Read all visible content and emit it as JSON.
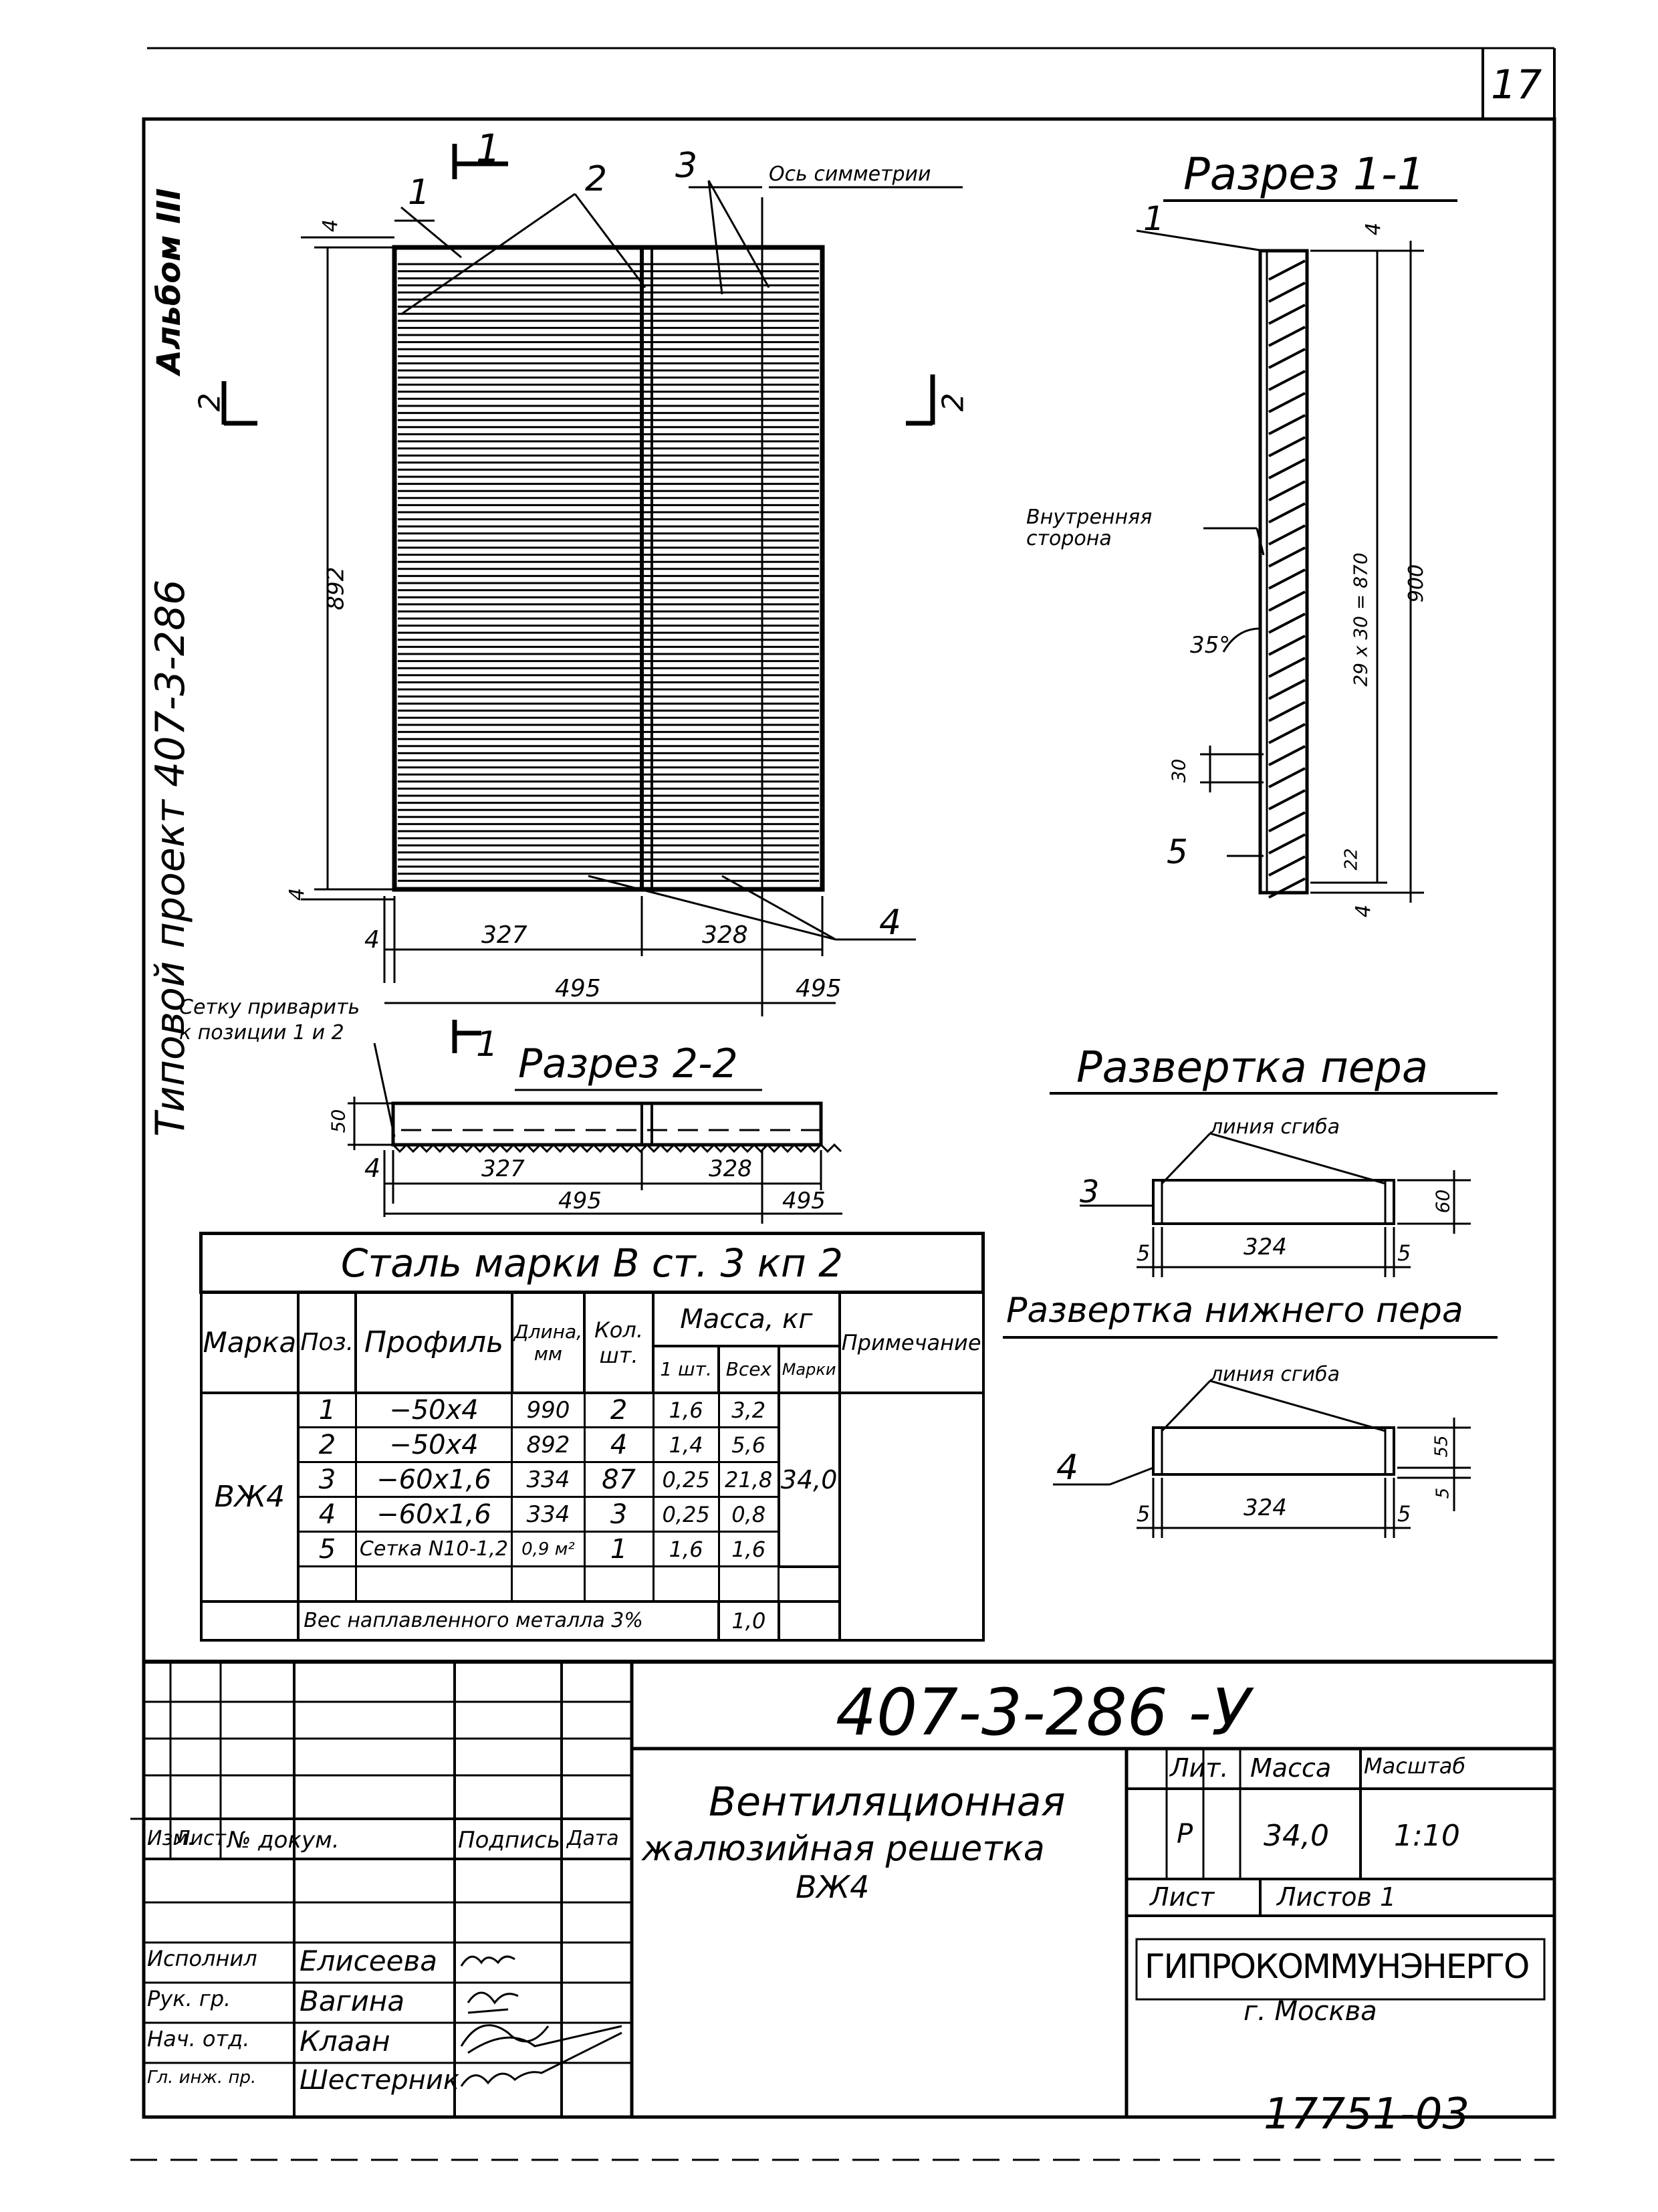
{
  "sheet": {
    "page_number": "17",
    "album": "Альбом III",
    "project_side": "Типовой проект 407-3-286",
    "archive_number": "17751-03"
  },
  "main_view": {
    "section_marker_top": "1",
    "section_marker_side": "2",
    "pos1": "1",
    "pos2": "2",
    "pos3": "3",
    "pos4": "4",
    "axis_label": "Ось симметрии",
    "dim_height": "892",
    "dim_top_edge": "4",
    "dim_bottom_edge": "4",
    "dim_left": "4",
    "dim_327": "327",
    "dim_328": "328",
    "dim_495_left": "495",
    "dim_495_right": "495",
    "weld_note_line1": "Сетку приварить",
    "weld_note_line2": "к позиции 1 и 2"
  },
  "section_1_1": {
    "title": "Разрез 1-1",
    "pos1": "1",
    "pos5": "5",
    "inner_side_line1": "Внутренняя",
    "inner_side_line2": "сторона",
    "angle": "35°",
    "dim_30": "30",
    "dim_pitch": "29 x 30 = 870",
    "dim_900": "900",
    "dim_22": "22",
    "dim_4_top": "4",
    "dim_4_bottom": "4"
  },
  "section_2_2": {
    "title": "Разрез 2-2",
    "marker": "1",
    "dim_50": "50",
    "dim_4": "4",
    "dim_327": "327",
    "dim_328": "328",
    "dim_495_left": "495",
    "dim_495_right": "495"
  },
  "blade_unfold": {
    "title": "Развертка пера",
    "bend_label": "линия сгиба",
    "pos": "3",
    "dim_5_left": "5",
    "dim_324": "324",
    "dim_5_right": "5",
    "dim_60": "60"
  },
  "lower_blade_unfold": {
    "title": "Развертка нижнего пера",
    "bend_label": "линия сгиба",
    "pos": "4",
    "dim_5_left": "5",
    "dim_324": "324",
    "dim_5_right": "5",
    "dim_55": "55",
    "dim_5_side": "5"
  },
  "spec_table": {
    "title": "Сталь марки В ст. 3 кп 2",
    "headers": {
      "mark": "Марка",
      "pos": "Поз.",
      "profile": "Профиль",
      "length": "Длина, мм",
      "qty": "Кол. шт.",
      "mass": "Масса, кг",
      "mass_one": "1 шт.",
      "mass_all": "Всех",
      "mass_mark": "Марки",
      "note": "Примечание"
    },
    "mark_value": "ВЖ4",
    "mark_mass": "34,0",
    "rows": [
      {
        "pos": "1",
        "profile": "−50x4",
        "length": "990",
        "qty": "2",
        "one": "1,6",
        "all": "3,2"
      },
      {
        "pos": "2",
        "profile": "−50x4",
        "length": "892",
        "qty": "4",
        "one": "1,4",
        "all": "5,6"
      },
      {
        "pos": "3",
        "profile": "−60x1,6",
        "length": "334",
        "qty": "87",
        "one": "0,25",
        "all": "21,8"
      },
      {
        "pos": "4",
        "profile": "−60x1,6",
        "length": "334",
        "qty": "3",
        "one": "0,25",
        "all": "0,8"
      },
      {
        "pos": "5",
        "profile": "Сетка N10-1,2",
        "length": "0,9 м²",
        "qty": "1",
        "one": "1,6",
        "all": "1,6"
      }
    ],
    "weld_row_label": "Вес наплавленного металла 3%",
    "weld_row_value": "1,0"
  },
  "title_block": {
    "doc_code": "407-3-286 -У",
    "headers": {
      "change": "Изм.",
      "sheet": "Лист",
      "doc": "№ докум.",
      "sign": "Подпись",
      "date": "Дата"
    },
    "roles": [
      {
        "role": "Исполнил",
        "name": "Елисеева"
      },
      {
        "role": "Рук. гр.",
        "name": "Вагина"
      },
      {
        "role": "Нач. отд.",
        "name": "Клаан"
      },
      {
        "role": "Гл. инж. пр.",
        "name": "Шестерник"
      }
    ],
    "title_line1": "Вентиляционная",
    "title_line2": "жалюзийная решетка",
    "title_line3": "ВЖ4",
    "lit_label": "Лит.",
    "mass_label": "Масса",
    "scale_label": "Масштаб",
    "lit_value": "Р",
    "mass_value": "34,0",
    "scale_value": "1:10",
    "sheet_label": "Лист",
    "sheets_label": "Листов 1",
    "org_name": "ГИПРОКОММУНЭНЕРГО",
    "org_city": "г. Москва"
  }
}
